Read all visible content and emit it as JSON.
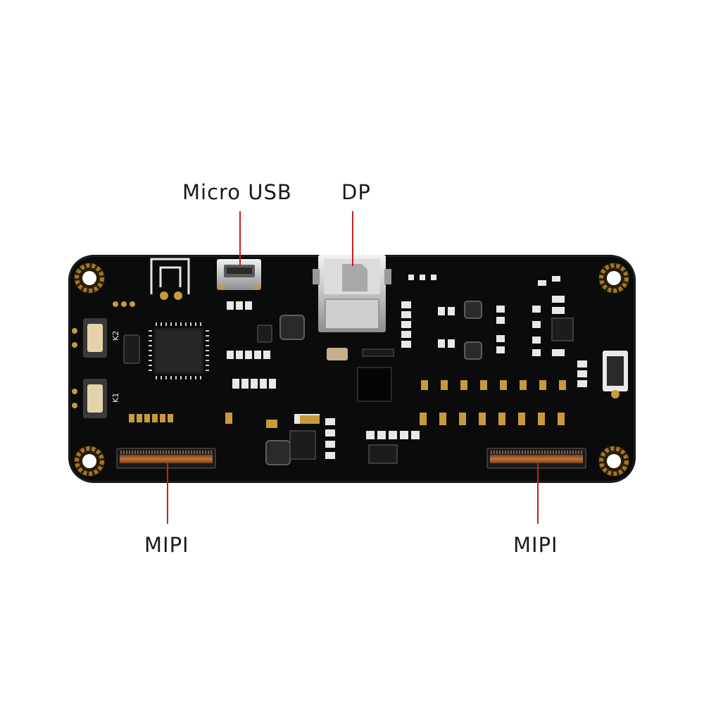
{
  "callouts": {
    "micro_usb": "Micro USB",
    "dp": "DP",
    "mipi_left": "MIPI",
    "mipi_right": "MIPI"
  },
  "board": {
    "silkscreen": {
      "key_2": "K2",
      "key_1": "K1"
    }
  },
  "icons": {
    "mounting_hole": "mounting-hole-icon",
    "usb_port": "micro-usb-connector-icon",
    "dp_port": "displayport-connector-icon",
    "fpc_connector": "mipi-fpc-connector-icon"
  },
  "colors": {
    "pcb": "#0d0d0d",
    "pad_gold": "#c79a3c",
    "leader_red": "#c81e1e",
    "connector_copper": "#b0652f"
  }
}
